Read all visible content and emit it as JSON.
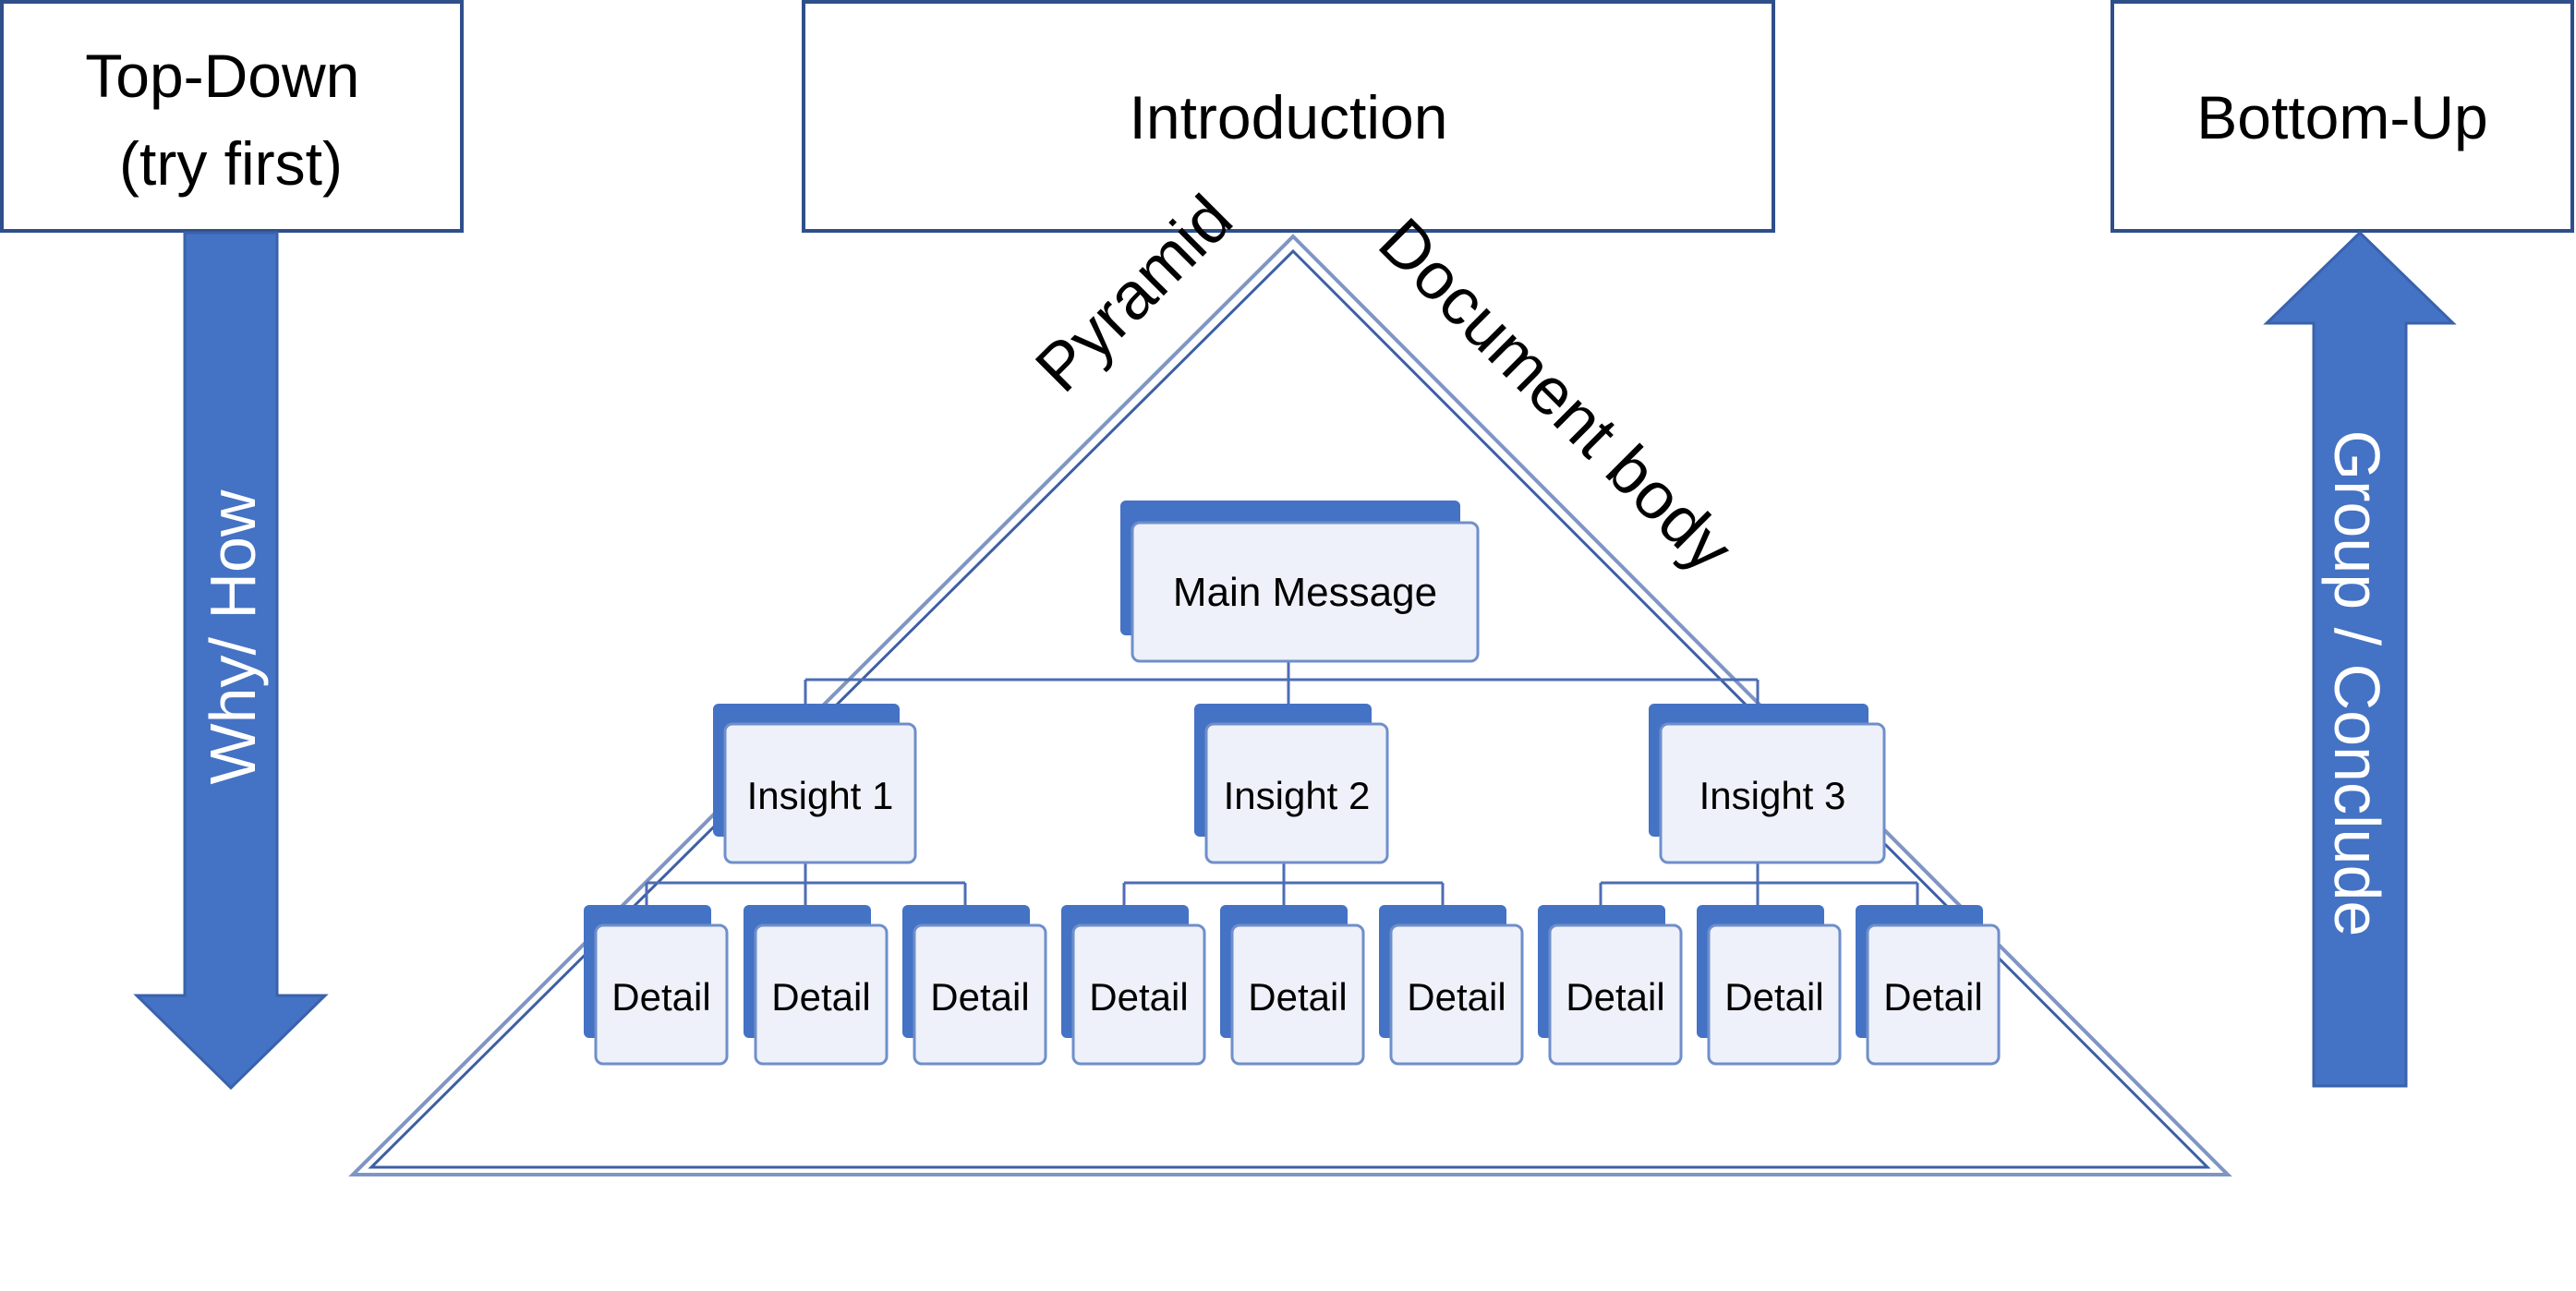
{
  "header": {
    "left_label": [
      "Top-Down",
      "(try first)"
    ],
    "center_label": "Introduction",
    "right_label": "Bottom-Up"
  },
  "arrows": {
    "left_label": "Why/ How",
    "left_direction": "down",
    "right_label": "Group / Conclude",
    "right_direction": "up"
  },
  "pyramid": {
    "left_side_label": "Pyramid",
    "right_side_label": "Document body",
    "main_node": "Main Message",
    "insights": [
      {
        "label": "Insight 1",
        "details": [
          "Detail",
          "Detail",
          "Detail"
        ]
      },
      {
        "label": "Insight 2",
        "details": [
          "Detail",
          "Detail",
          "Detail"
        ]
      },
      {
        "label": "Insight 3",
        "details": [
          "Detail",
          "Detail",
          "Detail"
        ]
      }
    ]
  },
  "colors": {
    "accent": "#4472c4",
    "box_border": "#2f4f8a",
    "node_fill": "#eef1f9",
    "node_border": "#6f8fca",
    "text": "#000000",
    "arrow_text": "#ffffff"
  }
}
